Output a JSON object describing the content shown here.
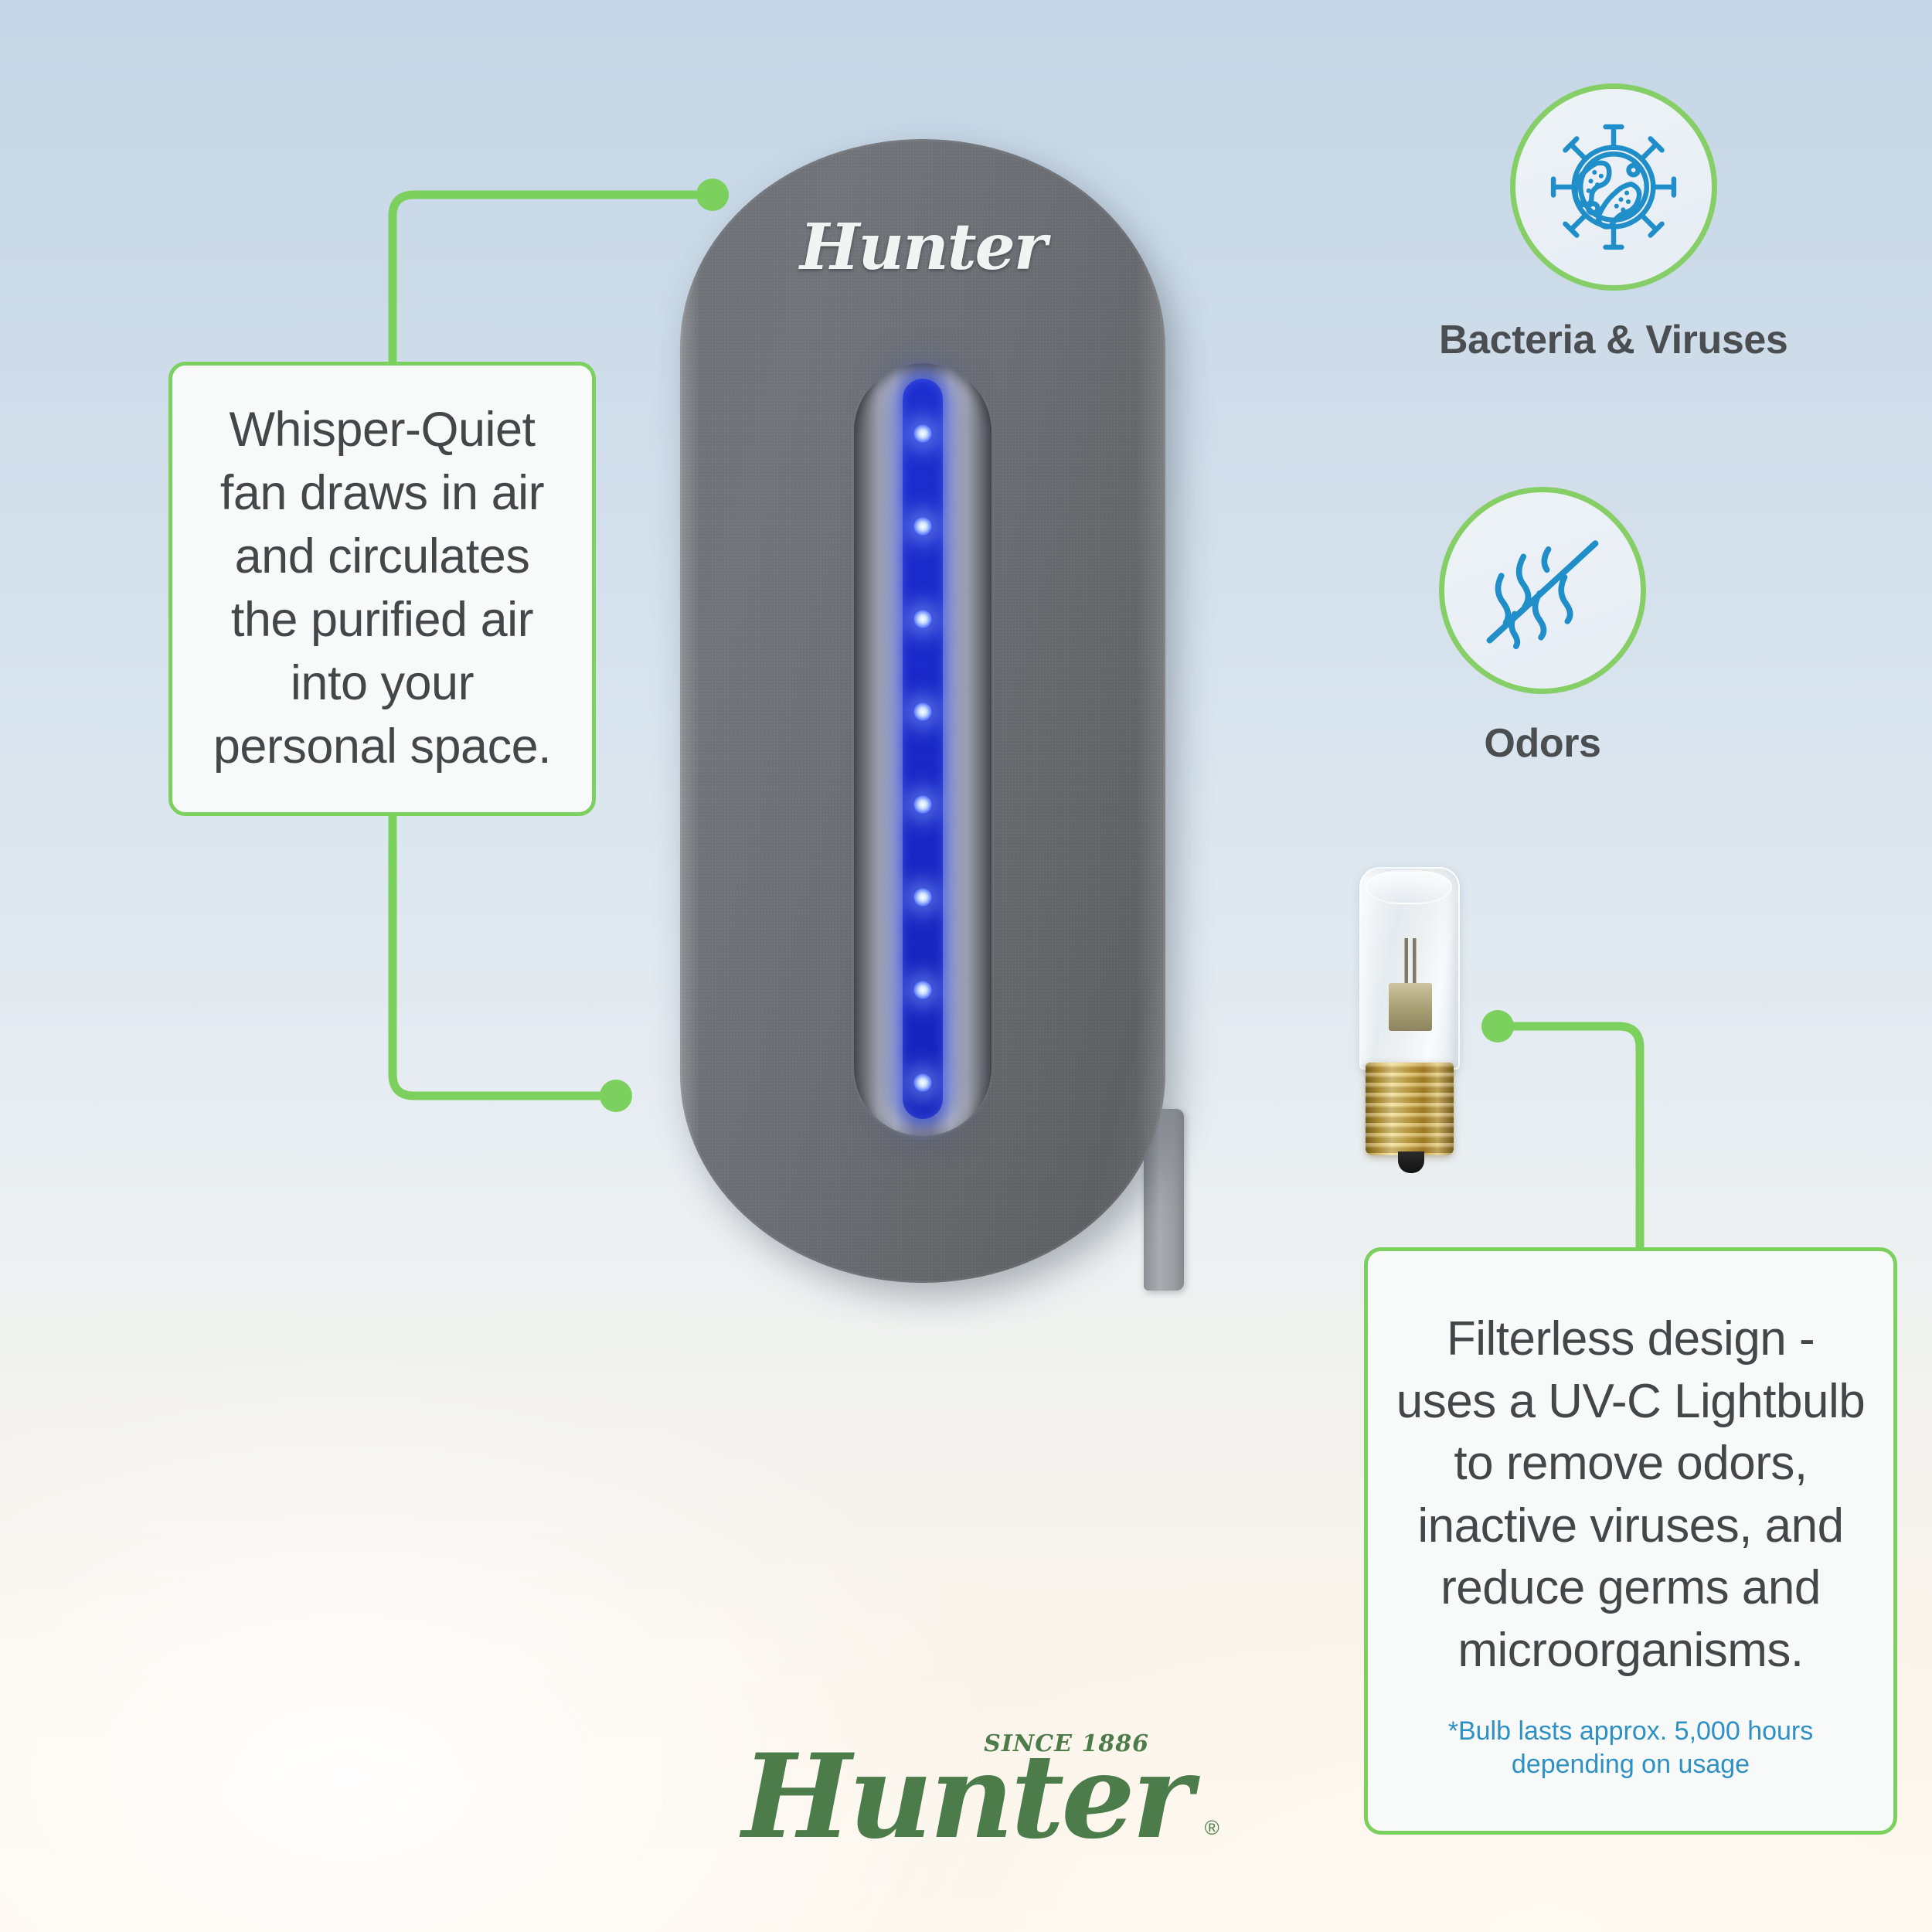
{
  "brand": {
    "name": "Hunter",
    "since": "SINCE 1886",
    "registered": "®",
    "color": "#4c7c4a"
  },
  "device": {
    "logo": "Hunter",
    "led_color": "#1d2fcf",
    "body_color": "#6b6e73"
  },
  "accent": {
    "green": "#7cd05e",
    "icon_blue": "#1f8ec9",
    "note_blue": "#2f90c4",
    "text_gray": "#434749"
  },
  "callouts": [
    {
      "id": "whisper-quiet",
      "body": "Whisper-Quiet fan draws in air and circulates the purified air into your personal space."
    },
    {
      "id": "filterless-design",
      "body": "Filterless design - uses a UV-C Lightbulb to remove odors, inactive viruses, and reduce germs and microorganisms.",
      "note": "*Bulb lasts approx. 5,000 hours depending on usage"
    }
  ],
  "features": [
    {
      "id": "bacteria-viruses",
      "label": "Bacteria & Viruses",
      "icon": "virus-icon"
    },
    {
      "id": "odors",
      "label": "Odors",
      "icon": "no-odor-icon"
    }
  ],
  "bulb": {
    "name": "UV-C Lightbulb"
  }
}
